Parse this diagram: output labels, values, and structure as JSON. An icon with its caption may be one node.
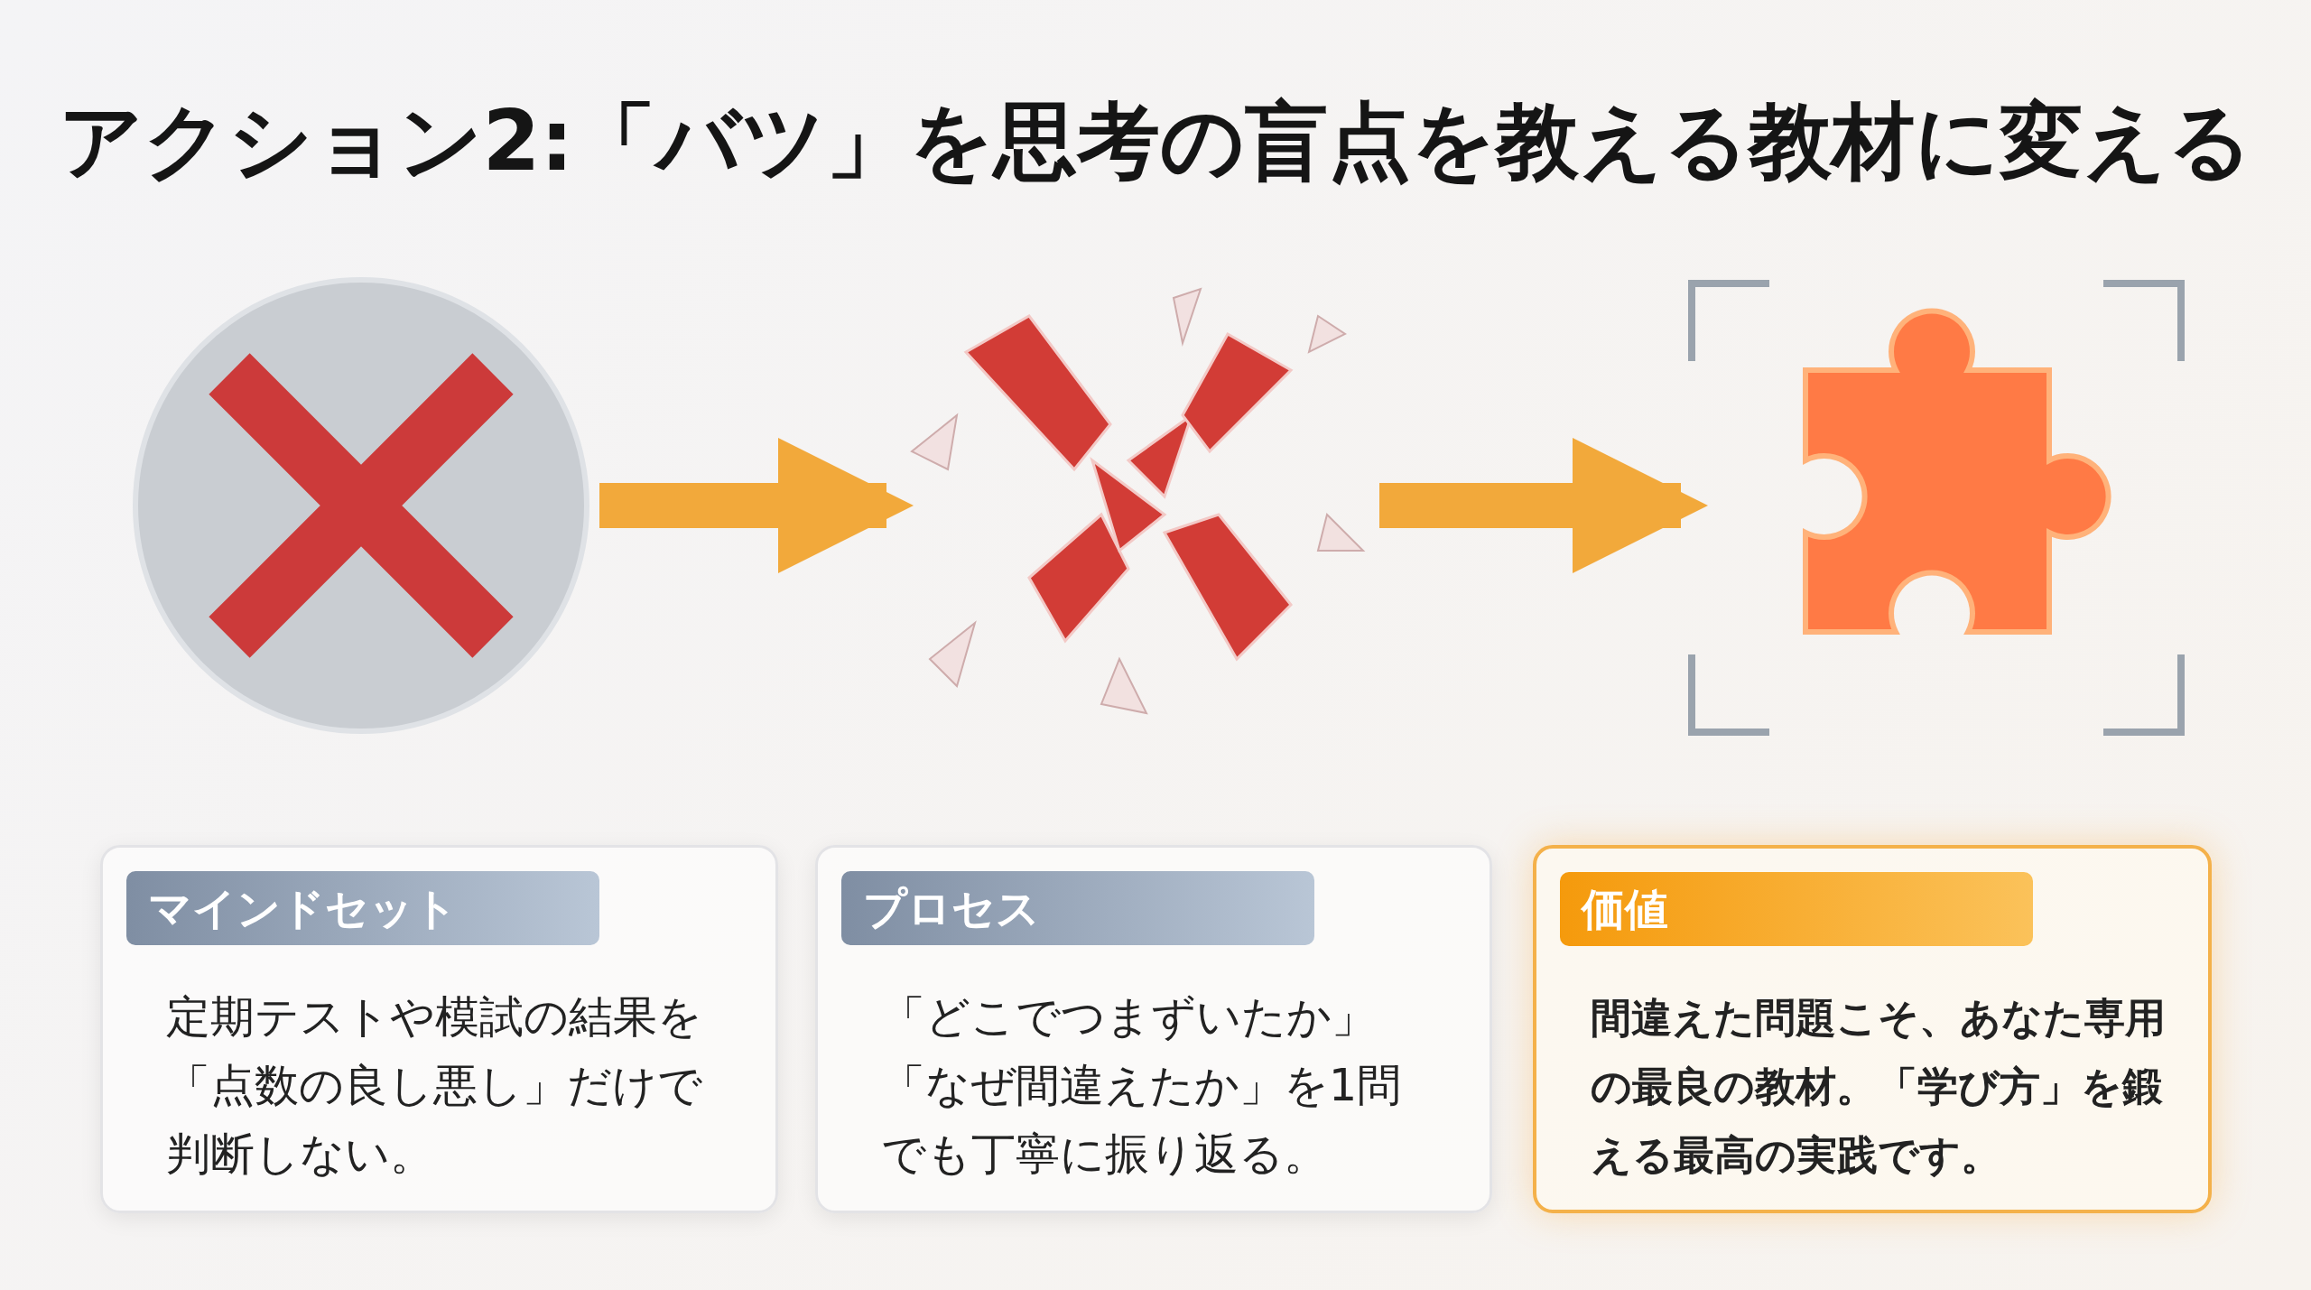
{
  "diagram": {
    "title": "アクション2:「バツ」を思考の盲点を教える教材に変える",
    "nodes": [
      {
        "text": [],
        "shape": "picture"
      },
      {
        "text": [],
        "shape": "picture"
      },
      {
        "text": [],
        "shape": "picture"
      },
      {
        "text": [
          "マインドセット",
          "定期テストや模試の結果を「点数の良し悪し」だけで判断しない。"
        ]
      },
      {
        "text": [
          "プロセス",
          "「どこでつまずいたか」「なぜ間違えたか」を1問でも丁寧に振り返る。"
        ]
      },
      {
        "text": [
          "価値",
          "間違えた問題こそ、あなた専用の最良の教材。「学び方」を鍛える最高の実践です。"
        ]
      }
    ],
    "edges": [
      {
        "from": 0,
        "to": 1,
        "arrow": "to"
      },
      {
        "from": 1,
        "to": 2,
        "arrow": "to"
      }
    ]
  }
}
